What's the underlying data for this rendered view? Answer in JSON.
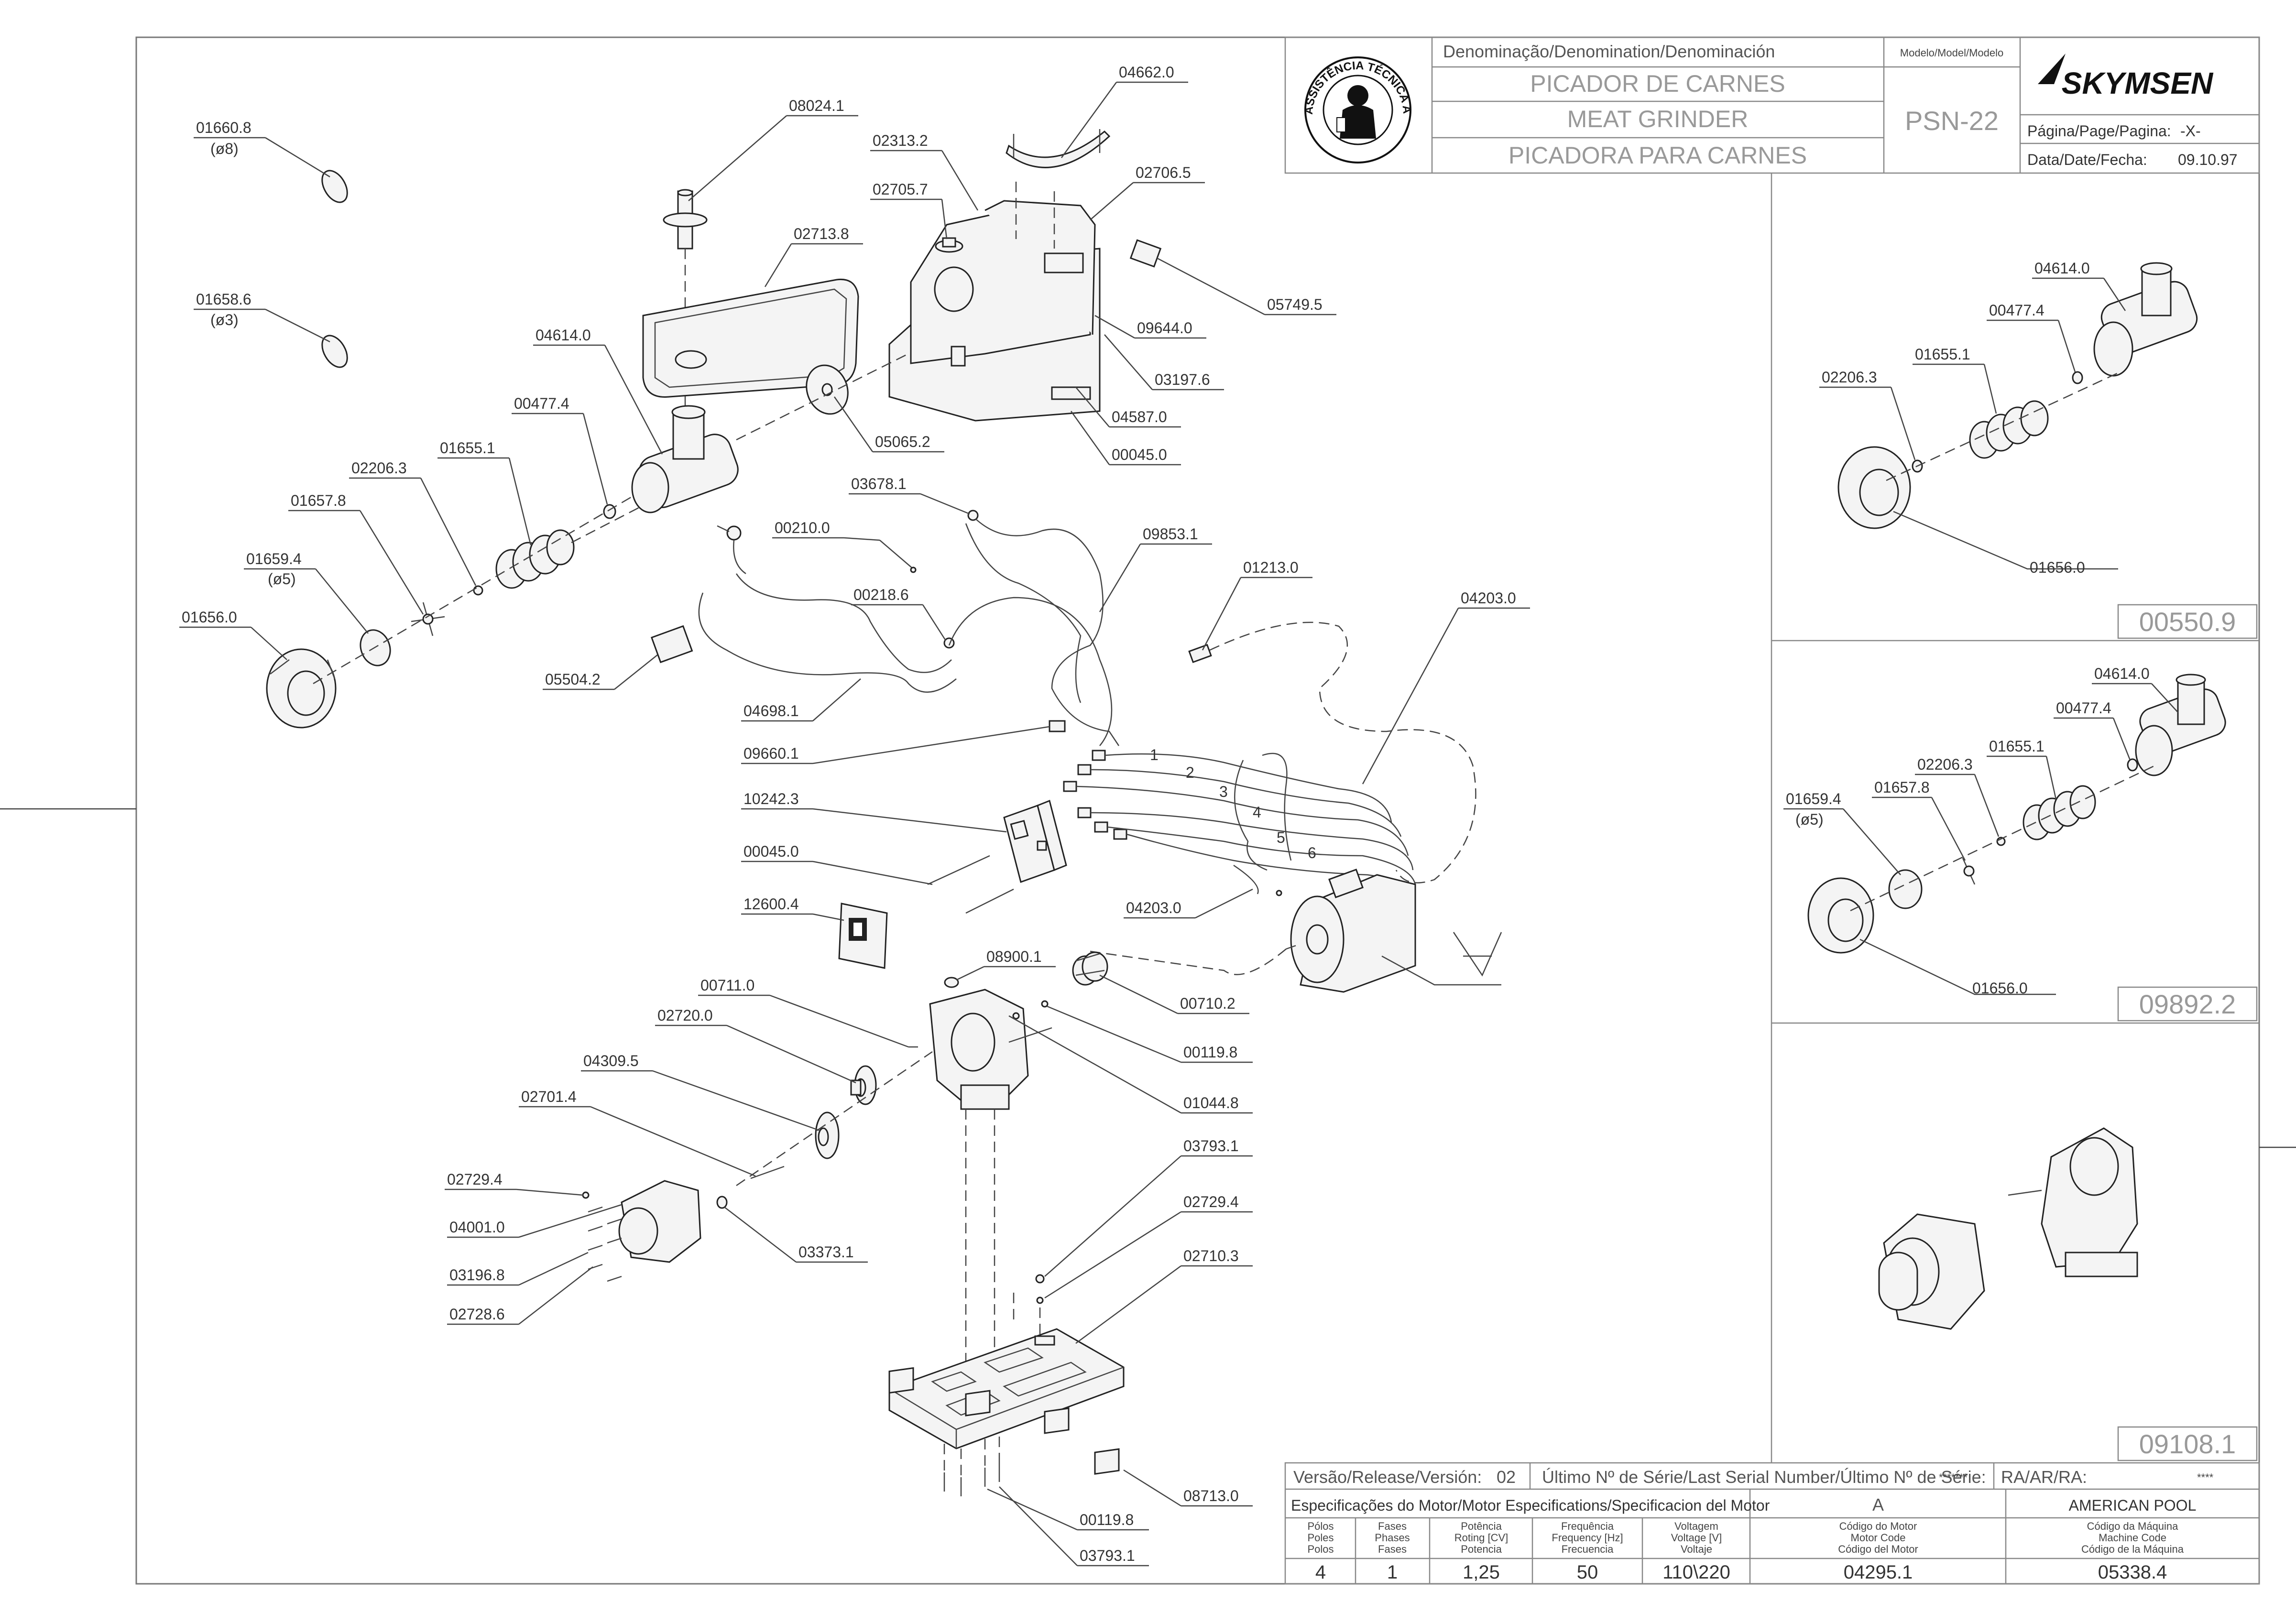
{
  "title_block": {
    "denomination_header": "Denominação/Denomination/Denominación",
    "name_pt": "PICADOR DE CARNES",
    "name_en": "MEAT GRINDER",
    "name_es": "PICADORA PARA CARNES",
    "model_header": "Modelo/Model/Modelo",
    "model": "PSN-22",
    "brand": "SKYMSEN",
    "page_label": "Página/Page/Pagina:",
    "page_value": "-X-",
    "date_label": "Data/Date/Fecha:",
    "date_value": "09.10.97",
    "seal_text": "ASSISTÊNCIA TÉCNICA AUTORIZADA"
  },
  "part_labels": [
    "01660.8",
    "(ø8)",
    "01658.6",
    "(ø3)",
    "08024.1",
    "02713.8",
    "04662.0",
    "02313.2",
    "02705.7",
    "02706.5",
    "05749.5",
    "09644.0",
    "03197.6",
    "04587.0",
    "00045.0",
    "05065.2",
    "04614.0",
    "00477.4",
    "01655.1",
    "02206.3",
    "01657.8",
    "01659.4",
    "(ø5)",
    "01656.0",
    "03678.1",
    "00210.0",
    "00218.6",
    "09853.1",
    "01213.0",
    "04203.0",
    "05504.2",
    "04698.1",
    "09660.1",
    "10242.3",
    "00045.0",
    "12600.4",
    "04203.0",
    "08900.1",
    "00710.2",
    "00711.0",
    "00119.8",
    "02720.0",
    "01044.8",
    "04309.5",
    "02701.4",
    "02729.4",
    "04001.0",
    "03373.1",
    "03196.8",
    "02728.6",
    "03793.1",
    "02729.4",
    "02710.3",
    "08713.0",
    "00119.8",
    "03793.1"
  ],
  "wire_numbers": [
    "1",
    "2",
    "3",
    "4",
    "5",
    "6"
  ],
  "motor_callout": "A",
  "panels": [
    {
      "code": "00550.9",
      "labels": [
        "04614.0",
        "00477.4",
        "01655.1",
        "02206.3",
        "01656.0"
      ]
    },
    {
      "code": "09892.2",
      "labels": [
        "04614.0",
        "00477.4",
        "02206.3",
        "01655.1",
        "01659.4",
        "(ø5)",
        "01657.8",
        "01656.0"
      ]
    },
    {
      "code": "09108.1",
      "labels": []
    }
  ],
  "footer": {
    "release_label": "Versão/Release/Versión:",
    "release_value": "02",
    "serial_label": "Último Nº de Série/Last Serial Number/Último Nº de Série:",
    "serial_value": "*******",
    "ra_label": "RA/AR/RA:",
    "ra_value": "****",
    "motor_spec_label": "Especificações do Motor/Motor Especifications/Specificacion del Motor",
    "motor_letter": "A",
    "machine_name": "AMERICAN POOL",
    "columns": [
      {
        "h": [
          "Pólos",
          "Poles",
          "Polos"
        ],
        "v": "4"
      },
      {
        "h": [
          "Fases",
          "Phases",
          "Fases"
        ],
        "v": "1"
      },
      {
        "h": [
          "Potência",
          "Roting [CV]",
          "Potencia"
        ],
        "v": "1,25"
      },
      {
        "h": [
          "Frequência",
          "Frequency [Hz]",
          "Frecuencia"
        ],
        "v": "50"
      },
      {
        "h": [
          "Voltagem",
          "Voltage [V]",
          "Voltaje"
        ],
        "v": "110\\220"
      },
      {
        "h": [
          "Código do Motor",
          "Motor Code",
          "Código del Motor"
        ],
        "v": "04295.1"
      },
      {
        "h": [
          "Código da Máquina",
          "Machine Code",
          "Código de la Máquina"
        ],
        "v": "05338.4"
      }
    ]
  }
}
